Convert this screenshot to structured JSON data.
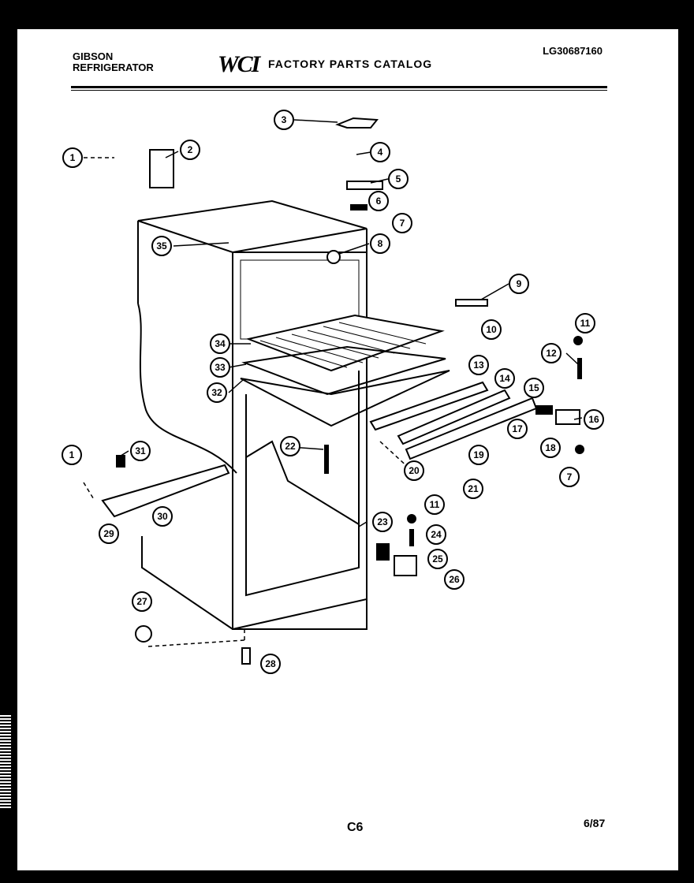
{
  "header": {
    "brand_line1": "GIBSON",
    "brand_line2": "REFRIGERATOR",
    "logo": "WCI",
    "catalog_title": "FACTORY PARTS CATALOG",
    "catalog_id": "LG30687160"
  },
  "footer": {
    "page_code": "C6",
    "date": "6/87"
  },
  "callouts": [
    "1",
    "2",
    "3",
    "4",
    "5",
    "6",
    "7",
    "8",
    "9",
    "10",
    "11",
    "12",
    "13",
    "14",
    "15",
    "16",
    "17",
    "18",
    "19",
    "20",
    "21",
    "22",
    "23",
    "24",
    "25",
    "26",
    "27",
    "28",
    "29",
    "30",
    "31",
    "32",
    "33",
    "34",
    "35"
  ]
}
